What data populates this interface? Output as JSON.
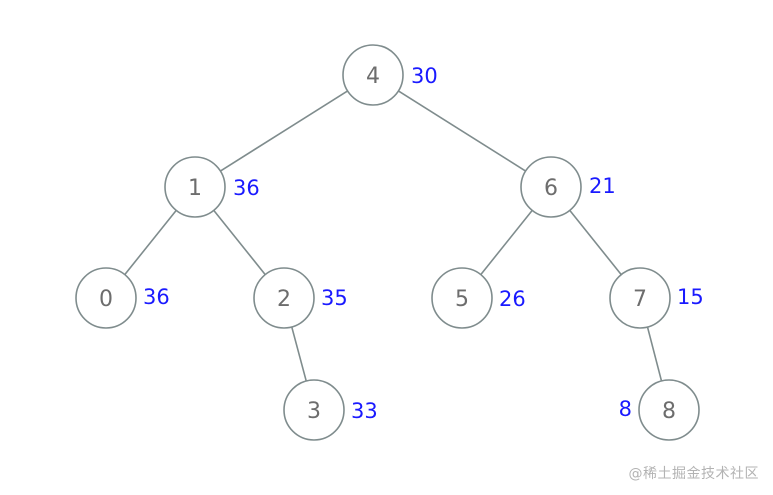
{
  "tree": {
    "nodes": [
      {
        "id": "n4",
        "key": "4",
        "value": "30"
      },
      {
        "id": "n1",
        "key": "1",
        "value": "36"
      },
      {
        "id": "n6",
        "key": "6",
        "value": "21"
      },
      {
        "id": "n0",
        "key": "0",
        "value": "36"
      },
      {
        "id": "n2",
        "key": "2",
        "value": "35"
      },
      {
        "id": "n5",
        "key": "5",
        "value": "26"
      },
      {
        "id": "n7",
        "key": "7",
        "value": "15"
      },
      {
        "id": "n3",
        "key": "3",
        "value": "33"
      },
      {
        "id": "n8",
        "key": "8",
        "value": "8"
      }
    ],
    "edges": [
      {
        "from": "n4",
        "to": "n1"
      },
      {
        "from": "n4",
        "to": "n6"
      },
      {
        "from": "n1",
        "to": "n0"
      },
      {
        "from": "n1",
        "to": "n2"
      },
      {
        "from": "n2",
        "to": "n3"
      },
      {
        "from": "n6",
        "to": "n5"
      },
      {
        "from": "n6",
        "to": "n7"
      },
      {
        "from": "n7",
        "to": "n8"
      }
    ]
  },
  "colors": {
    "node_stroke": "#7f8c8d",
    "node_text": "#6d6d6d",
    "value_text": "#1a1aff",
    "watermark_text": "#b3b3b3"
  },
  "watermark": {
    "text": "@稀土掘金技术社区"
  }
}
